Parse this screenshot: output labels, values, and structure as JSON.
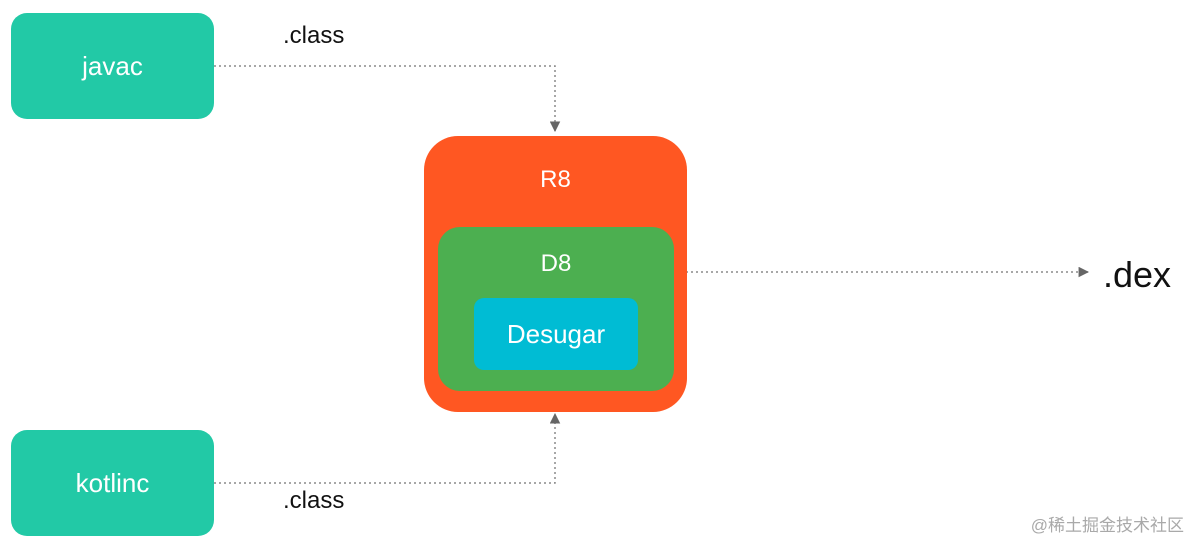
{
  "diagram": {
    "nodes": {
      "javac": "javac",
      "kotlinc": "kotlinc",
      "r8": "R8",
      "d8": "D8",
      "desugar": "Desugar"
    },
    "edge_labels": {
      "top": ".class",
      "bottom": ".class"
    },
    "output": ".dex"
  },
  "watermark": "@稀土掘金技术社区",
  "colors": {
    "tool": "#22c9a6",
    "r8": "#ff5722",
    "d8": "#4caf50",
    "desugar": "#00bcd4",
    "edge": "#7a7a7a"
  }
}
